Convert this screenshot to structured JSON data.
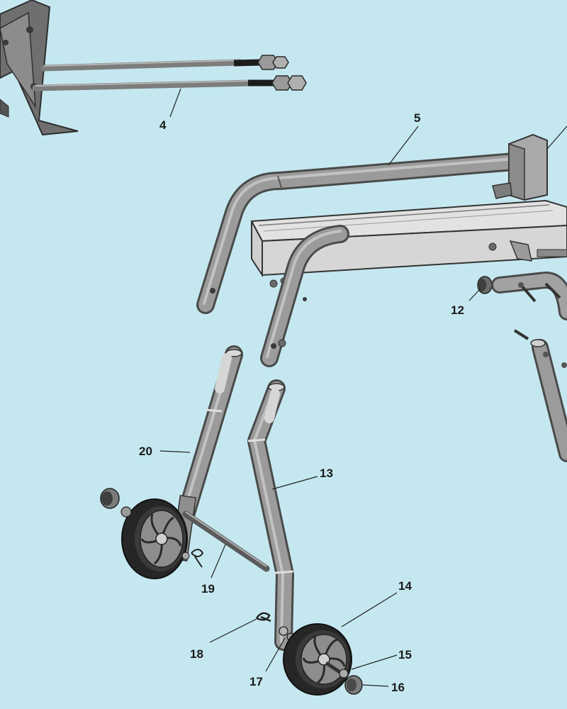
{
  "diagram": {
    "type": "exploded-parts-view",
    "callouts": [
      {
        "id": "4",
        "label": "4"
      },
      {
        "id": "5",
        "label": "5"
      },
      {
        "id": "12",
        "label": "12"
      },
      {
        "id": "13",
        "label": "13"
      },
      {
        "id": "14",
        "label": "14"
      },
      {
        "id": "15",
        "label": "15"
      },
      {
        "id": "16",
        "label": "16"
      },
      {
        "id": "17",
        "label": "17"
      },
      {
        "id": "18",
        "label": "18"
      },
      {
        "id": "19",
        "label": "19"
      },
      {
        "id": "20",
        "label": "20"
      }
    ],
    "colors": {
      "background": "#c5e8f0",
      "metal": "#8a8a8a",
      "metal_dark": "#4a4a4a",
      "metal_light": "#b5b5b5",
      "tire": "#2a2a2a",
      "beam_face": "#d9d9d9"
    }
  }
}
